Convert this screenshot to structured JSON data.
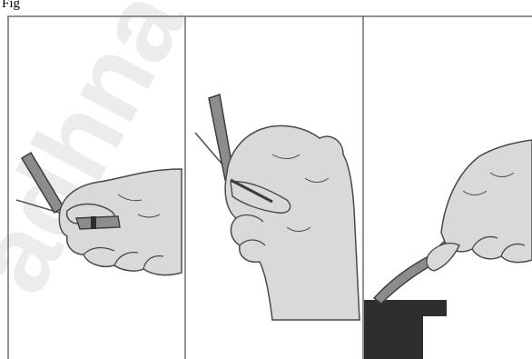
{
  "caption": {
    "text": "Fig"
  },
  "watermark": {
    "text": "adhna ..."
  },
  "colors": {
    "glove_fill": "#d9d9d9",
    "glove_stroke": "#4a4a4a",
    "scalpel_fill": "#8c8c8c",
    "scalpel_dark": "#3c3c3c",
    "block_fill": "#2e2e2e",
    "divider": "#6e6e6e",
    "watermark": "#e9e9e9"
  },
  "panels": [
    {
      "id": "panel-1",
      "icon": "gloved-hand-holding-scalpel-icon"
    },
    {
      "id": "panel-2",
      "icon": "gloved-hand-pinching-scalpel-icon"
    },
    {
      "id": "panel-3",
      "icon": "scalpel-on-block-icon"
    }
  ]
}
